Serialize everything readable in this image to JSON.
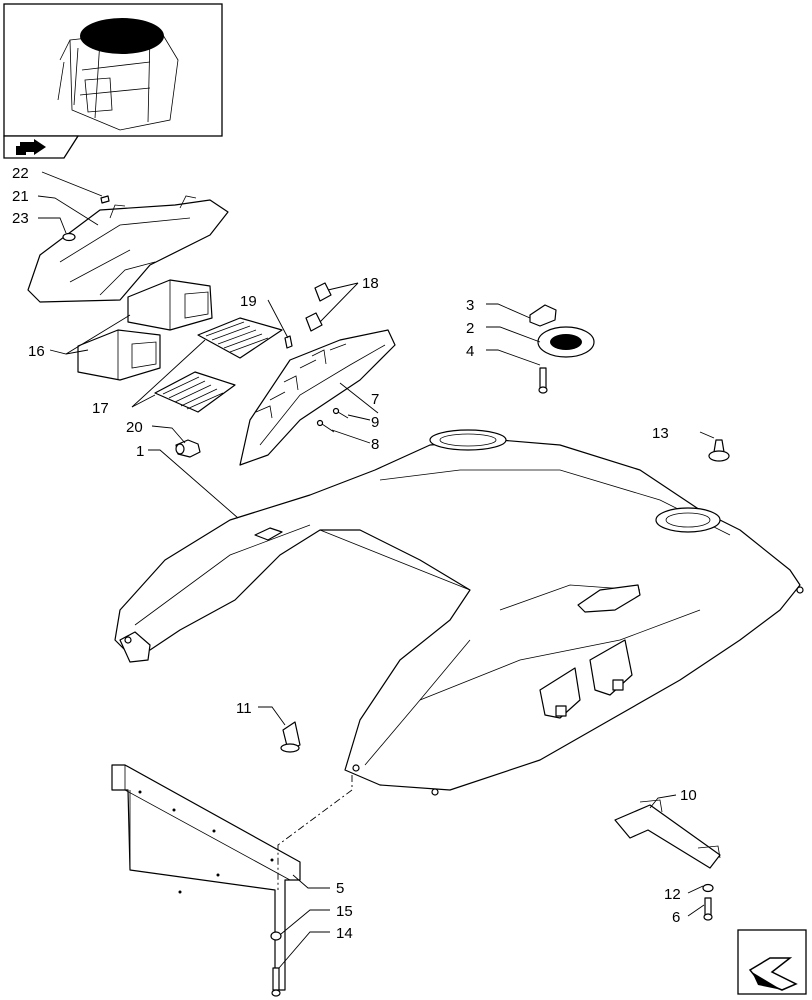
{
  "callouts": [
    {
      "id": "1",
      "label": "1"
    },
    {
      "id": "2",
      "label": "2"
    },
    {
      "id": "3",
      "label": "3"
    },
    {
      "id": "4",
      "label": "4"
    },
    {
      "id": "5",
      "label": "5"
    },
    {
      "id": "6",
      "label": "6"
    },
    {
      "id": "7",
      "label": "7"
    },
    {
      "id": "8",
      "label": "8"
    },
    {
      "id": "9",
      "label": "9"
    },
    {
      "id": "10",
      "label": "10"
    },
    {
      "id": "11",
      "label": "11"
    },
    {
      "id": "12",
      "label": "12"
    },
    {
      "id": "13",
      "label": "13"
    },
    {
      "id": "14",
      "label": "14"
    },
    {
      "id": "15",
      "label": "15"
    },
    {
      "id": "16",
      "label": "16"
    },
    {
      "id": "17",
      "label": "17"
    },
    {
      "id": "18",
      "label": "18"
    },
    {
      "id": "19",
      "label": "19"
    },
    {
      "id": "20",
      "label": "20"
    },
    {
      "id": "21",
      "label": "21"
    },
    {
      "id": "22",
      "label": "22"
    },
    {
      "id": "23",
      "label": "23"
    }
  ],
  "icons": {
    "thumbnail": "cab-roof-location-thumbnail",
    "nav_prev": "prev-page-arrow-icon",
    "nav_next": "next-page-arrow-icon"
  }
}
